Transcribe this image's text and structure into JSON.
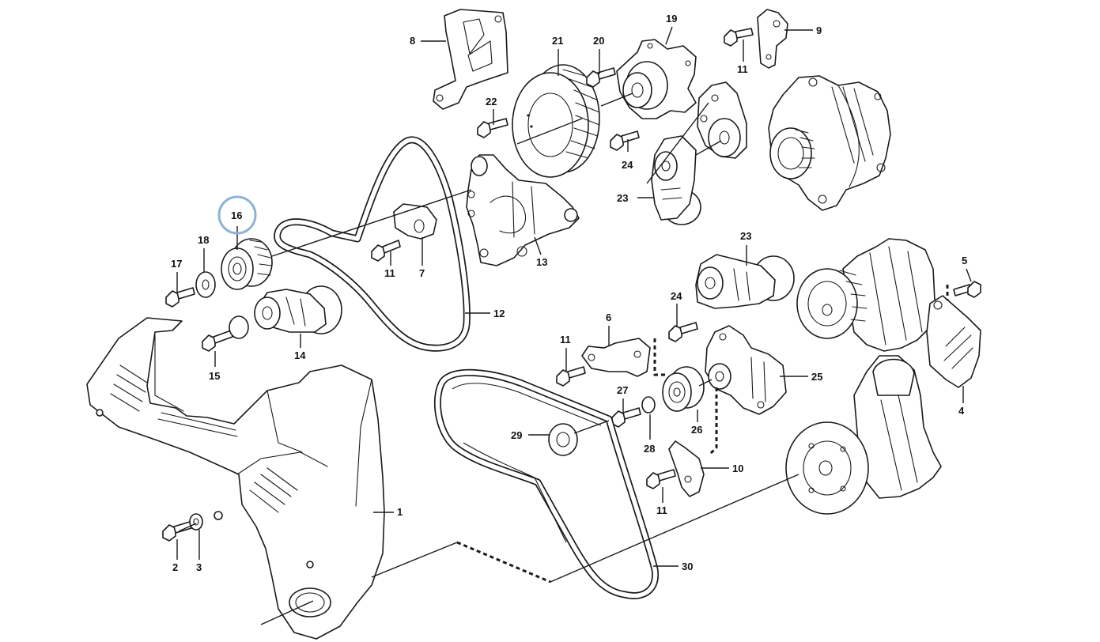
{
  "colors": {
    "line": "#1a1a1a",
    "highlight": "#8fb3d4",
    "background": "#ffffff"
  },
  "highlighted_callout": "16",
  "callouts": [
    {
      "id": "c1",
      "label": "1"
    },
    {
      "id": "c2",
      "label": "2"
    },
    {
      "id": "c3",
      "label": "3"
    },
    {
      "id": "c4",
      "label": "4"
    },
    {
      "id": "c5",
      "label": "5"
    },
    {
      "id": "c6",
      "label": "6"
    },
    {
      "id": "c7",
      "label": "7"
    },
    {
      "id": "c8",
      "label": "8"
    },
    {
      "id": "c9",
      "label": "9"
    },
    {
      "id": "c10",
      "label": "10"
    },
    {
      "id": "c11a",
      "label": "11"
    },
    {
      "id": "c11b",
      "label": "11"
    },
    {
      "id": "c11c",
      "label": "11"
    },
    {
      "id": "c11d",
      "label": "11"
    },
    {
      "id": "c12",
      "label": "12"
    },
    {
      "id": "c13",
      "label": "13"
    },
    {
      "id": "c14",
      "label": "14"
    },
    {
      "id": "c15",
      "label": "15"
    },
    {
      "id": "c16",
      "label": "16"
    },
    {
      "id": "c17",
      "label": "17"
    },
    {
      "id": "c18",
      "label": "18"
    },
    {
      "id": "c19",
      "label": "19"
    },
    {
      "id": "c20",
      "label": "20"
    },
    {
      "id": "c21",
      "label": "21"
    },
    {
      "id": "c22",
      "label": "22"
    },
    {
      "id": "c23a",
      "label": "23"
    },
    {
      "id": "c23b",
      "label": "23"
    },
    {
      "id": "c24a",
      "label": "24"
    },
    {
      "id": "c24b",
      "label": "24"
    },
    {
      "id": "c25",
      "label": "25"
    },
    {
      "id": "c26",
      "label": "26"
    },
    {
      "id": "c27",
      "label": "27"
    },
    {
      "id": "c28",
      "label": "28"
    },
    {
      "id": "c29",
      "label": "29"
    },
    {
      "id": "c30",
      "label": "30"
    }
  ]
}
